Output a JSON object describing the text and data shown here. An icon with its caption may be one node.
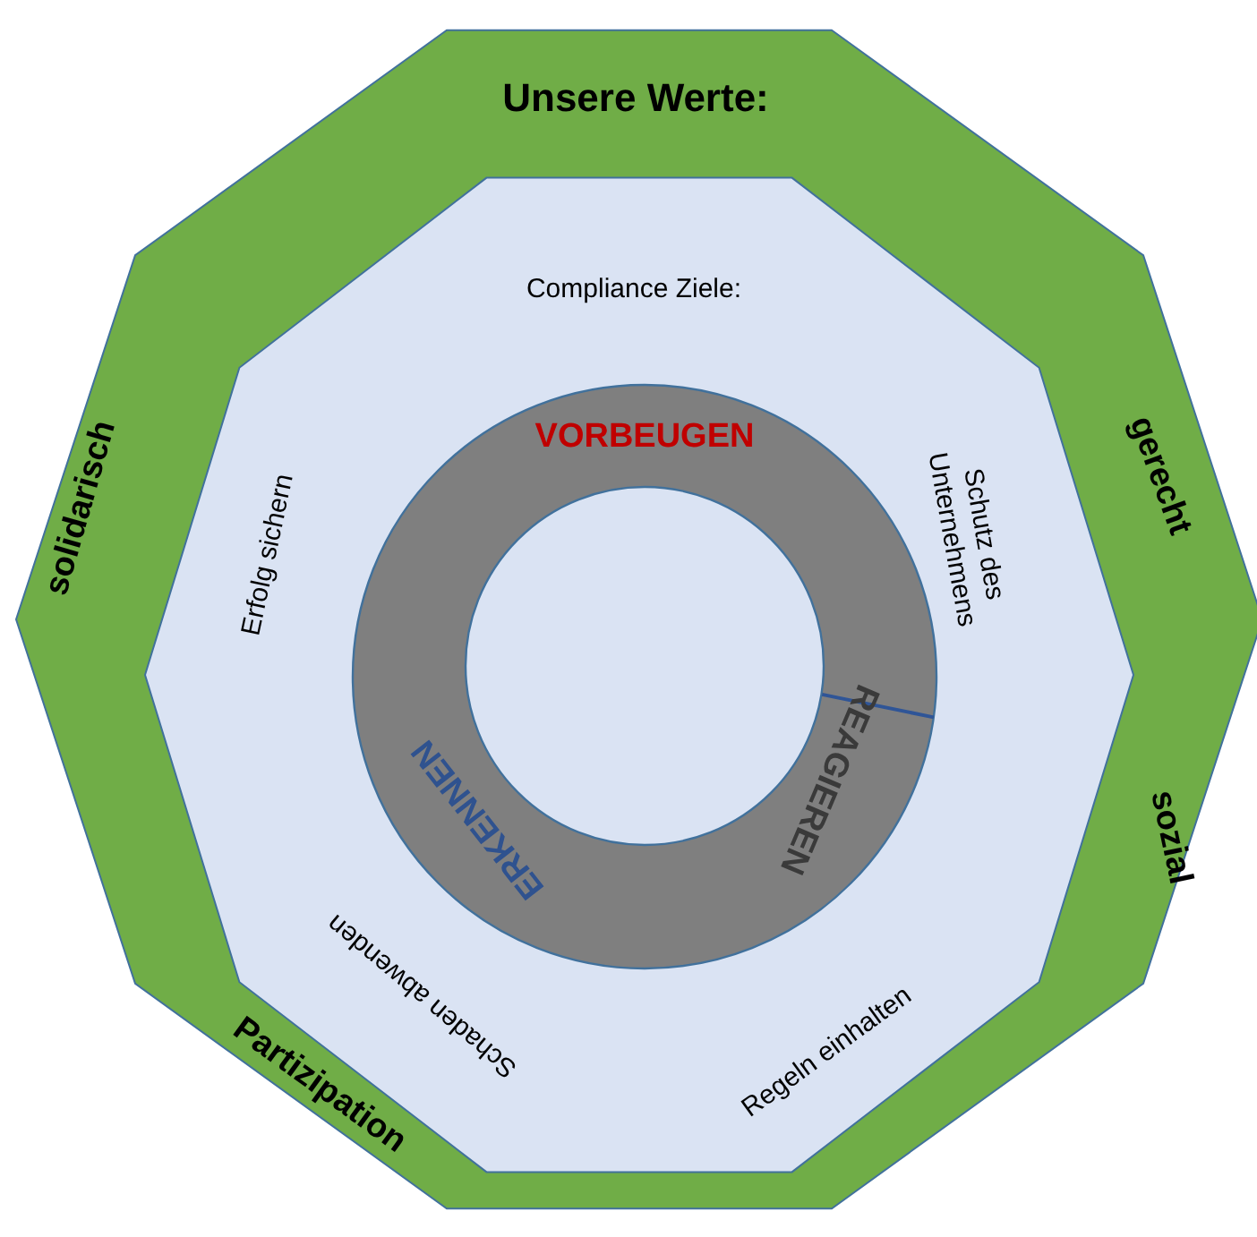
{
  "diagram": {
    "nodes": [
      {
        "text": [
          "Unsere Werte:",
          "solidarisch",
          "gerecht",
          "sozial",
          "Partizipation"
        ]
      },
      {
        "text": [
          "Compliance Ziele:",
          "Erfolg sichern",
          "Schutz des Unternehmens",
          "Regeln einhalten",
          "Schaden abwenden"
        ],
        "in": 0
      },
      {
        "text": [
          "VORBEUGEN",
          "REAGIEREN",
          "ERKENNEN"
        ],
        "in": 1
      }
    ]
  }
}
